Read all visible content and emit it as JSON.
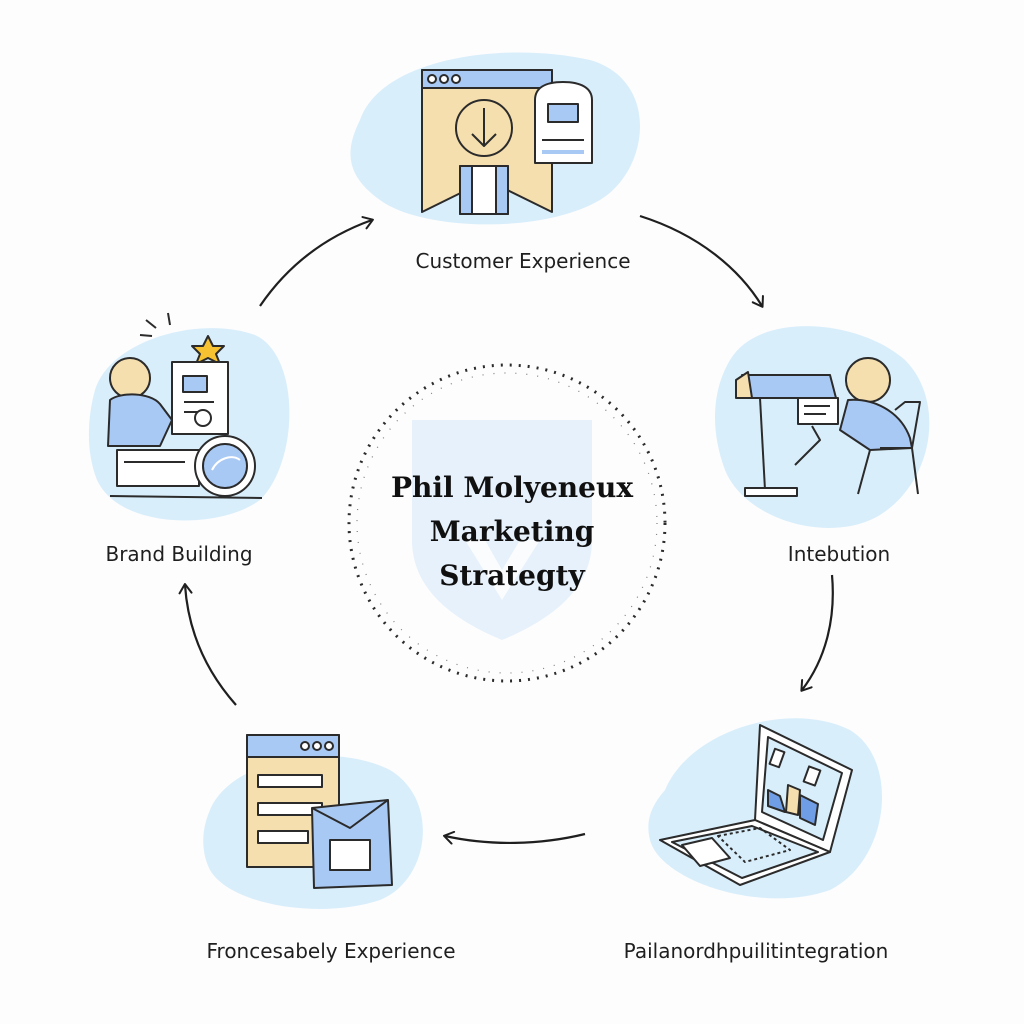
{
  "center": {
    "title_line1": "Phil Molyeneux",
    "title_line2": "Marketing",
    "title_line3": "Strategty"
  },
  "nodes": {
    "customer_experience": "Customer Experience",
    "intebution": "Intebution",
    "pailanord": "Pailanordhpuilitintegration",
    "froncesabely": "Froncesabely Experience",
    "brand_building": "Brand Building"
  },
  "colors": {
    "blob": "#d9eefb",
    "accent_blue": "#a9c9f5",
    "accent_tan": "#f6dfae",
    "stroke": "#2b2b2b",
    "shield": "#e6f1fb"
  }
}
